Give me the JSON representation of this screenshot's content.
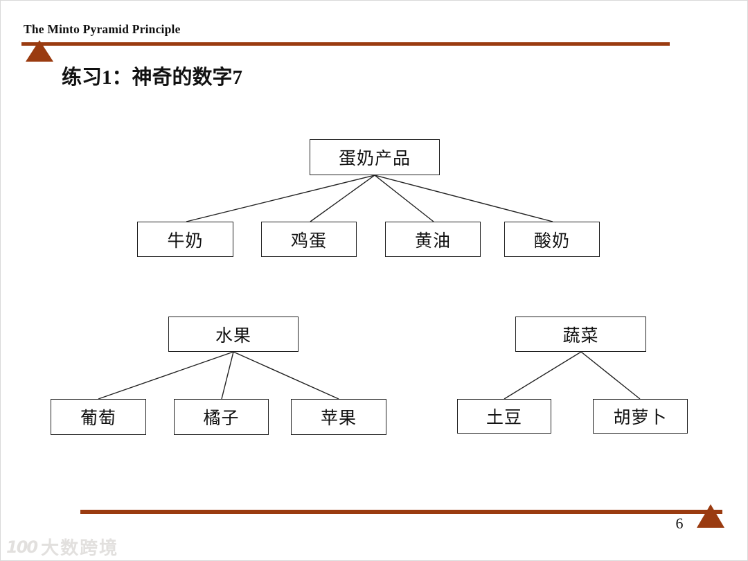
{
  "slide": {
    "header": {
      "title": "The Minto Pyramid Principle"
    },
    "page_title": "练习1：神奇的数字7",
    "page_number": "6",
    "accent_color": "#9A3B10",
    "watermark": {
      "logo": "100",
      "text": "大数跨境"
    }
  },
  "diagram": {
    "trees": [
      {
        "root": {
          "label": "蛋奶产品"
        },
        "children": [
          {
            "label": "牛奶"
          },
          {
            "label": "鸡蛋"
          },
          {
            "label": "黄油"
          },
          {
            "label": "酸奶"
          }
        ]
      },
      {
        "root": {
          "label": "水果"
        },
        "children": [
          {
            "label": "葡萄"
          },
          {
            "label": "橘子"
          },
          {
            "label": "苹果"
          }
        ]
      },
      {
        "root": {
          "label": "蔬菜"
        },
        "children": [
          {
            "label": "土豆"
          },
          {
            "label": "胡萝卜"
          }
        ]
      }
    ]
  }
}
